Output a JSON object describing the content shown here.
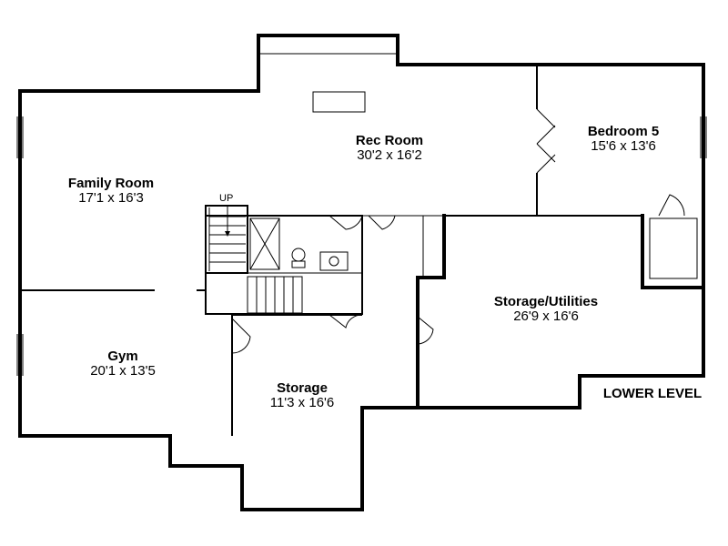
{
  "floor_label": "LOWER LEVEL",
  "stair_label": "UP",
  "rooms": [
    {
      "name": "Family Room",
      "dims": "17'1 x 16'3"
    },
    {
      "name": "Rec Room",
      "dims": "30'2 x 16'2"
    },
    {
      "name": "Bedroom 5",
      "dims": "15'6 x 13'6"
    },
    {
      "name": "Gym",
      "dims": "20'1 x 13'5"
    },
    {
      "name": "Storage",
      "dims": "11'3 x 16'6"
    },
    {
      "name": "Storage/Utilities",
      "dims": "26'9 x 16'6"
    }
  ]
}
